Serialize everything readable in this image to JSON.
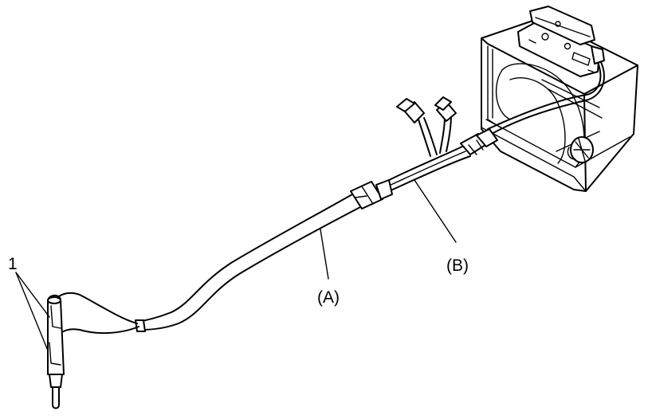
{
  "figure": {
    "background": "#ffffff",
    "line_color": "#000000",
    "labels": {
      "item_1": "1",
      "cable_a": "(A)",
      "cable_b": "(B)"
    }
  }
}
